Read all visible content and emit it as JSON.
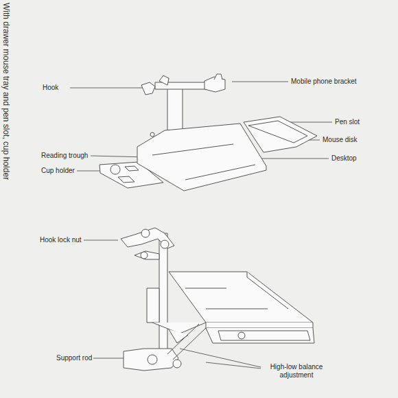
{
  "diagram": {
    "labels": [
      "With drawer mouse tray and pen slot, cup holder",
      "Hook",
      "Mobile phone bracket",
      "Pen slot",
      "Mouse disk",
      "Reading trough",
      "Desktop",
      "Cup holder",
      "Hook lock nut",
      "Support rod",
      "High-low balance adjustment"
    ]
  }
}
